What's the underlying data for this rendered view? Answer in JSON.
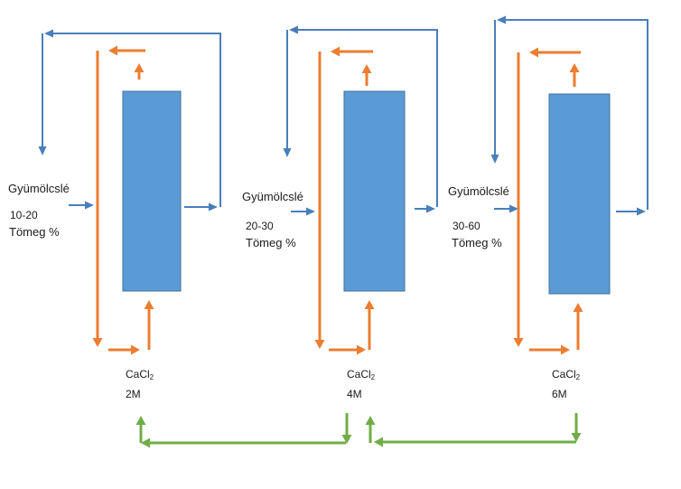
{
  "colors": {
    "blue": "#4a7ebb",
    "column_fill": "#5b9bd5",
    "column_stroke": "#41719c",
    "orange": "#ed7d31",
    "green": "#70ad47"
  },
  "stages": [
    {
      "feed_label": "Gyümölcslé",
      "concentration": "10-20",
      "unit": "Tömeg %",
      "salt": "CaCl",
      "salt_sub": "2",
      "molarity": "2M"
    },
    {
      "feed_label": "Gyümölcslé",
      "concentration": "20-30",
      "unit": "Tömeg %",
      "salt": "CaCl",
      "salt_sub": "2",
      "molarity": "4M"
    },
    {
      "feed_label": "Gyümölcslé",
      "concentration": "30-60",
      "unit": "Tömeg %",
      "salt": "CaCl",
      "salt_sub": "2",
      "molarity": "6M"
    }
  ]
}
